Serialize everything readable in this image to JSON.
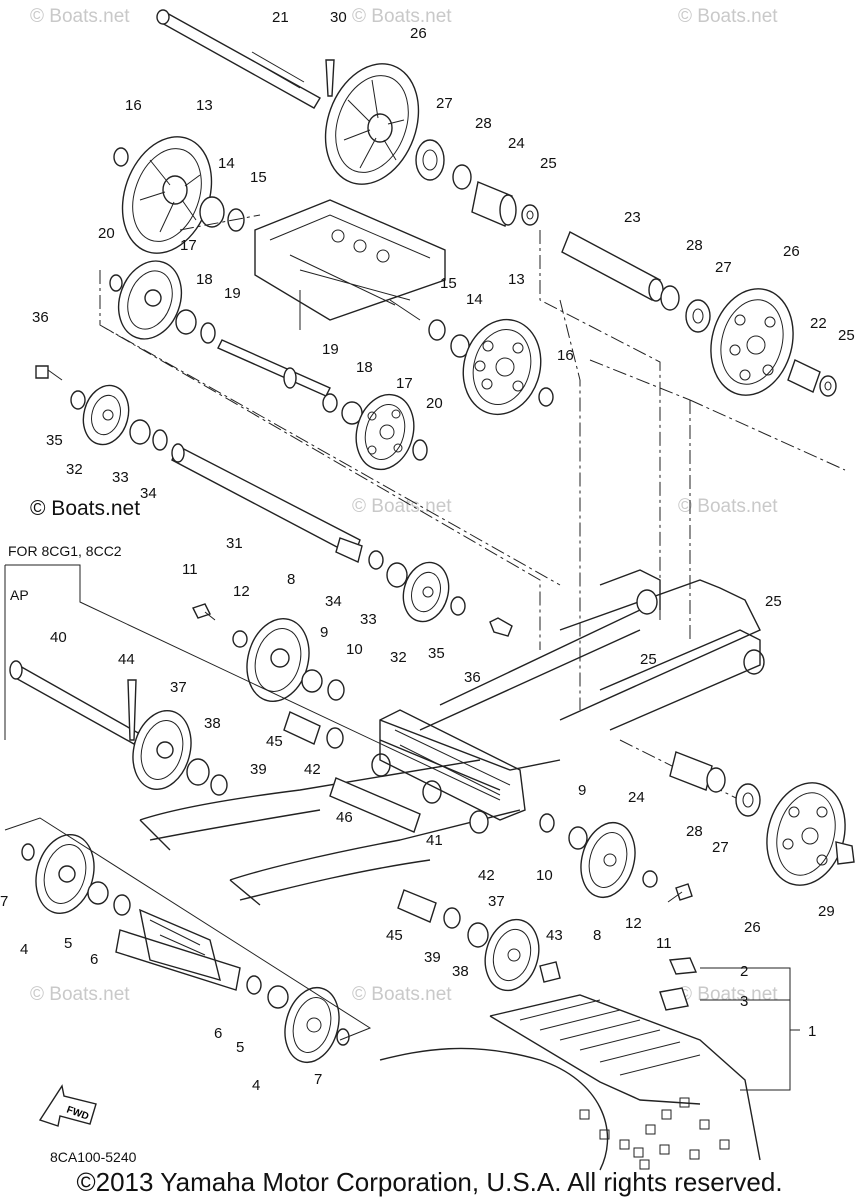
{
  "watermark": "© Boats.net",
  "diagram_code": "8CA100-5240",
  "model_note": "FOR 8CG1, 8CC2",
  "ap_label": "AP",
  "fwd_label": "FWD",
  "copyright": "©2013 Yamaha Motor Corporation, U.S.A. All rights reserved.",
  "callouts": [
    "21",
    "30",
    "26",
    "16",
    "13",
    "27",
    "28",
    "24",
    "25",
    "14",
    "15",
    "23",
    "28",
    "27",
    "26",
    "20",
    "17",
    "18",
    "19",
    "15",
    "14",
    "13",
    "22",
    "25",
    "36",
    "19",
    "18",
    "17",
    "16",
    "20",
    "35",
    "32",
    "33",
    "34",
    "31",
    "11",
    "12",
    "8",
    "34",
    "33",
    "25",
    "25",
    "40",
    "44",
    "37",
    "38",
    "9",
    "10",
    "32",
    "35",
    "36",
    "45",
    "39",
    "42",
    "24",
    "9",
    "41",
    "46",
    "28",
    "27",
    "7",
    "4",
    "5",
    "6",
    "42",
    "10",
    "8",
    "12",
    "26",
    "29",
    "45",
    "37",
    "39",
    "38",
    "43",
    "11",
    "2",
    "3",
    "1",
    "6",
    "5",
    "4",
    "7"
  ]
}
